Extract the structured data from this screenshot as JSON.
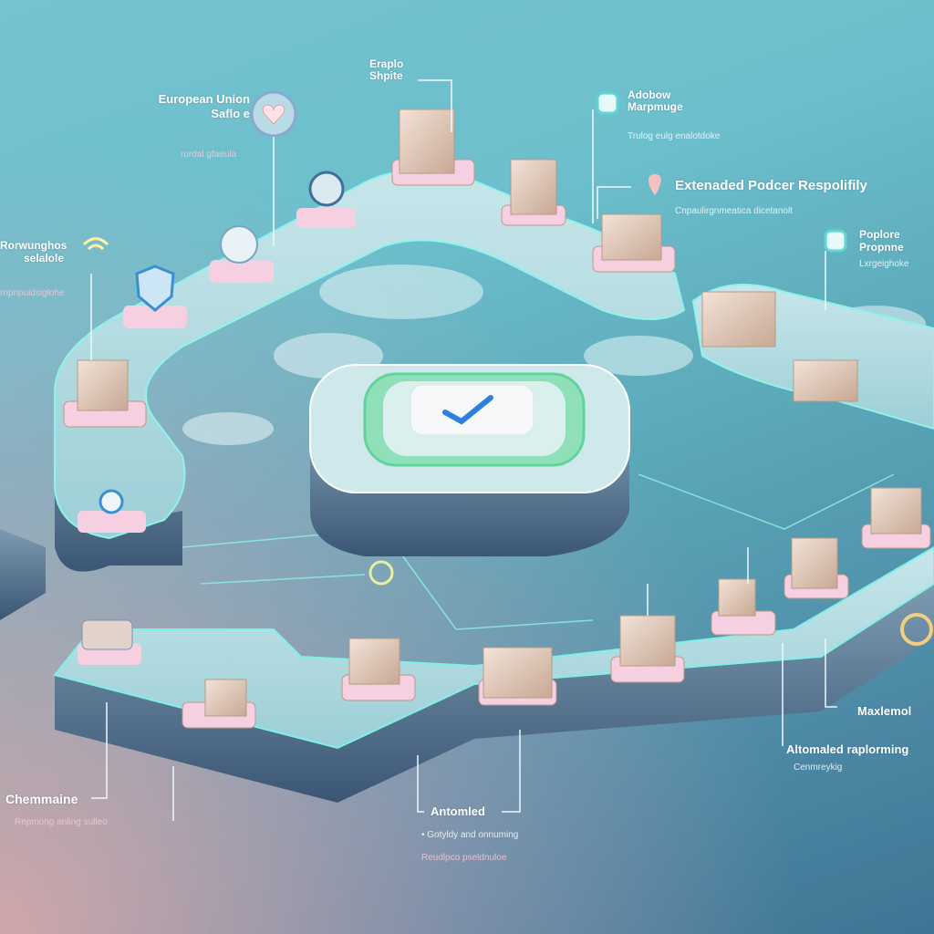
{
  "labels": {
    "top_center": {
      "title_line1": "Eraplo",
      "title_line2": "Shpite"
    },
    "eu": {
      "title_line1": "European Union",
      "title_line2": "Saflo e",
      "subtitle": "rurdal gfaeula"
    },
    "monitoring": {
      "title_line1": "Adobow",
      "title_line2": "Marpmuge",
      "subtitle": "Trulog eulg enalotdoke"
    },
    "epr": {
      "title": "Extenaded Podcer Respolifily",
      "subtitle": "Cnpaulirgnmeatica dicetanolt"
    },
    "propnne": {
      "title_line1": "Poplore",
      "title_line2": "Propnne",
      "subtitle": "Lxrgeighoke"
    },
    "left": {
      "title_line1": "Rorwunghos",
      "title_line2": "selalole",
      "subtitle": "rnpnpuidsiglohe"
    },
    "chem": {
      "title": "Chemmaine",
      "subtitle": "Repmong anling sulleo"
    },
    "automated": {
      "title": "Antomled",
      "bullet": "Gotyldy and onnuming",
      "subtitle": "Reudlpco pseldnuloe"
    },
    "maxlemol": {
      "title": "Maxlemol"
    },
    "reporting": {
      "title": "Altomaled raplorming",
      "subtitle": "Cenmreykig"
    }
  },
  "colors": {
    "accent_teal": "#3fe0d0",
    "accent_pink": "#f3b6cc",
    "check_blue": "#2f7fe0",
    "check_green": "#6fe0a0"
  }
}
